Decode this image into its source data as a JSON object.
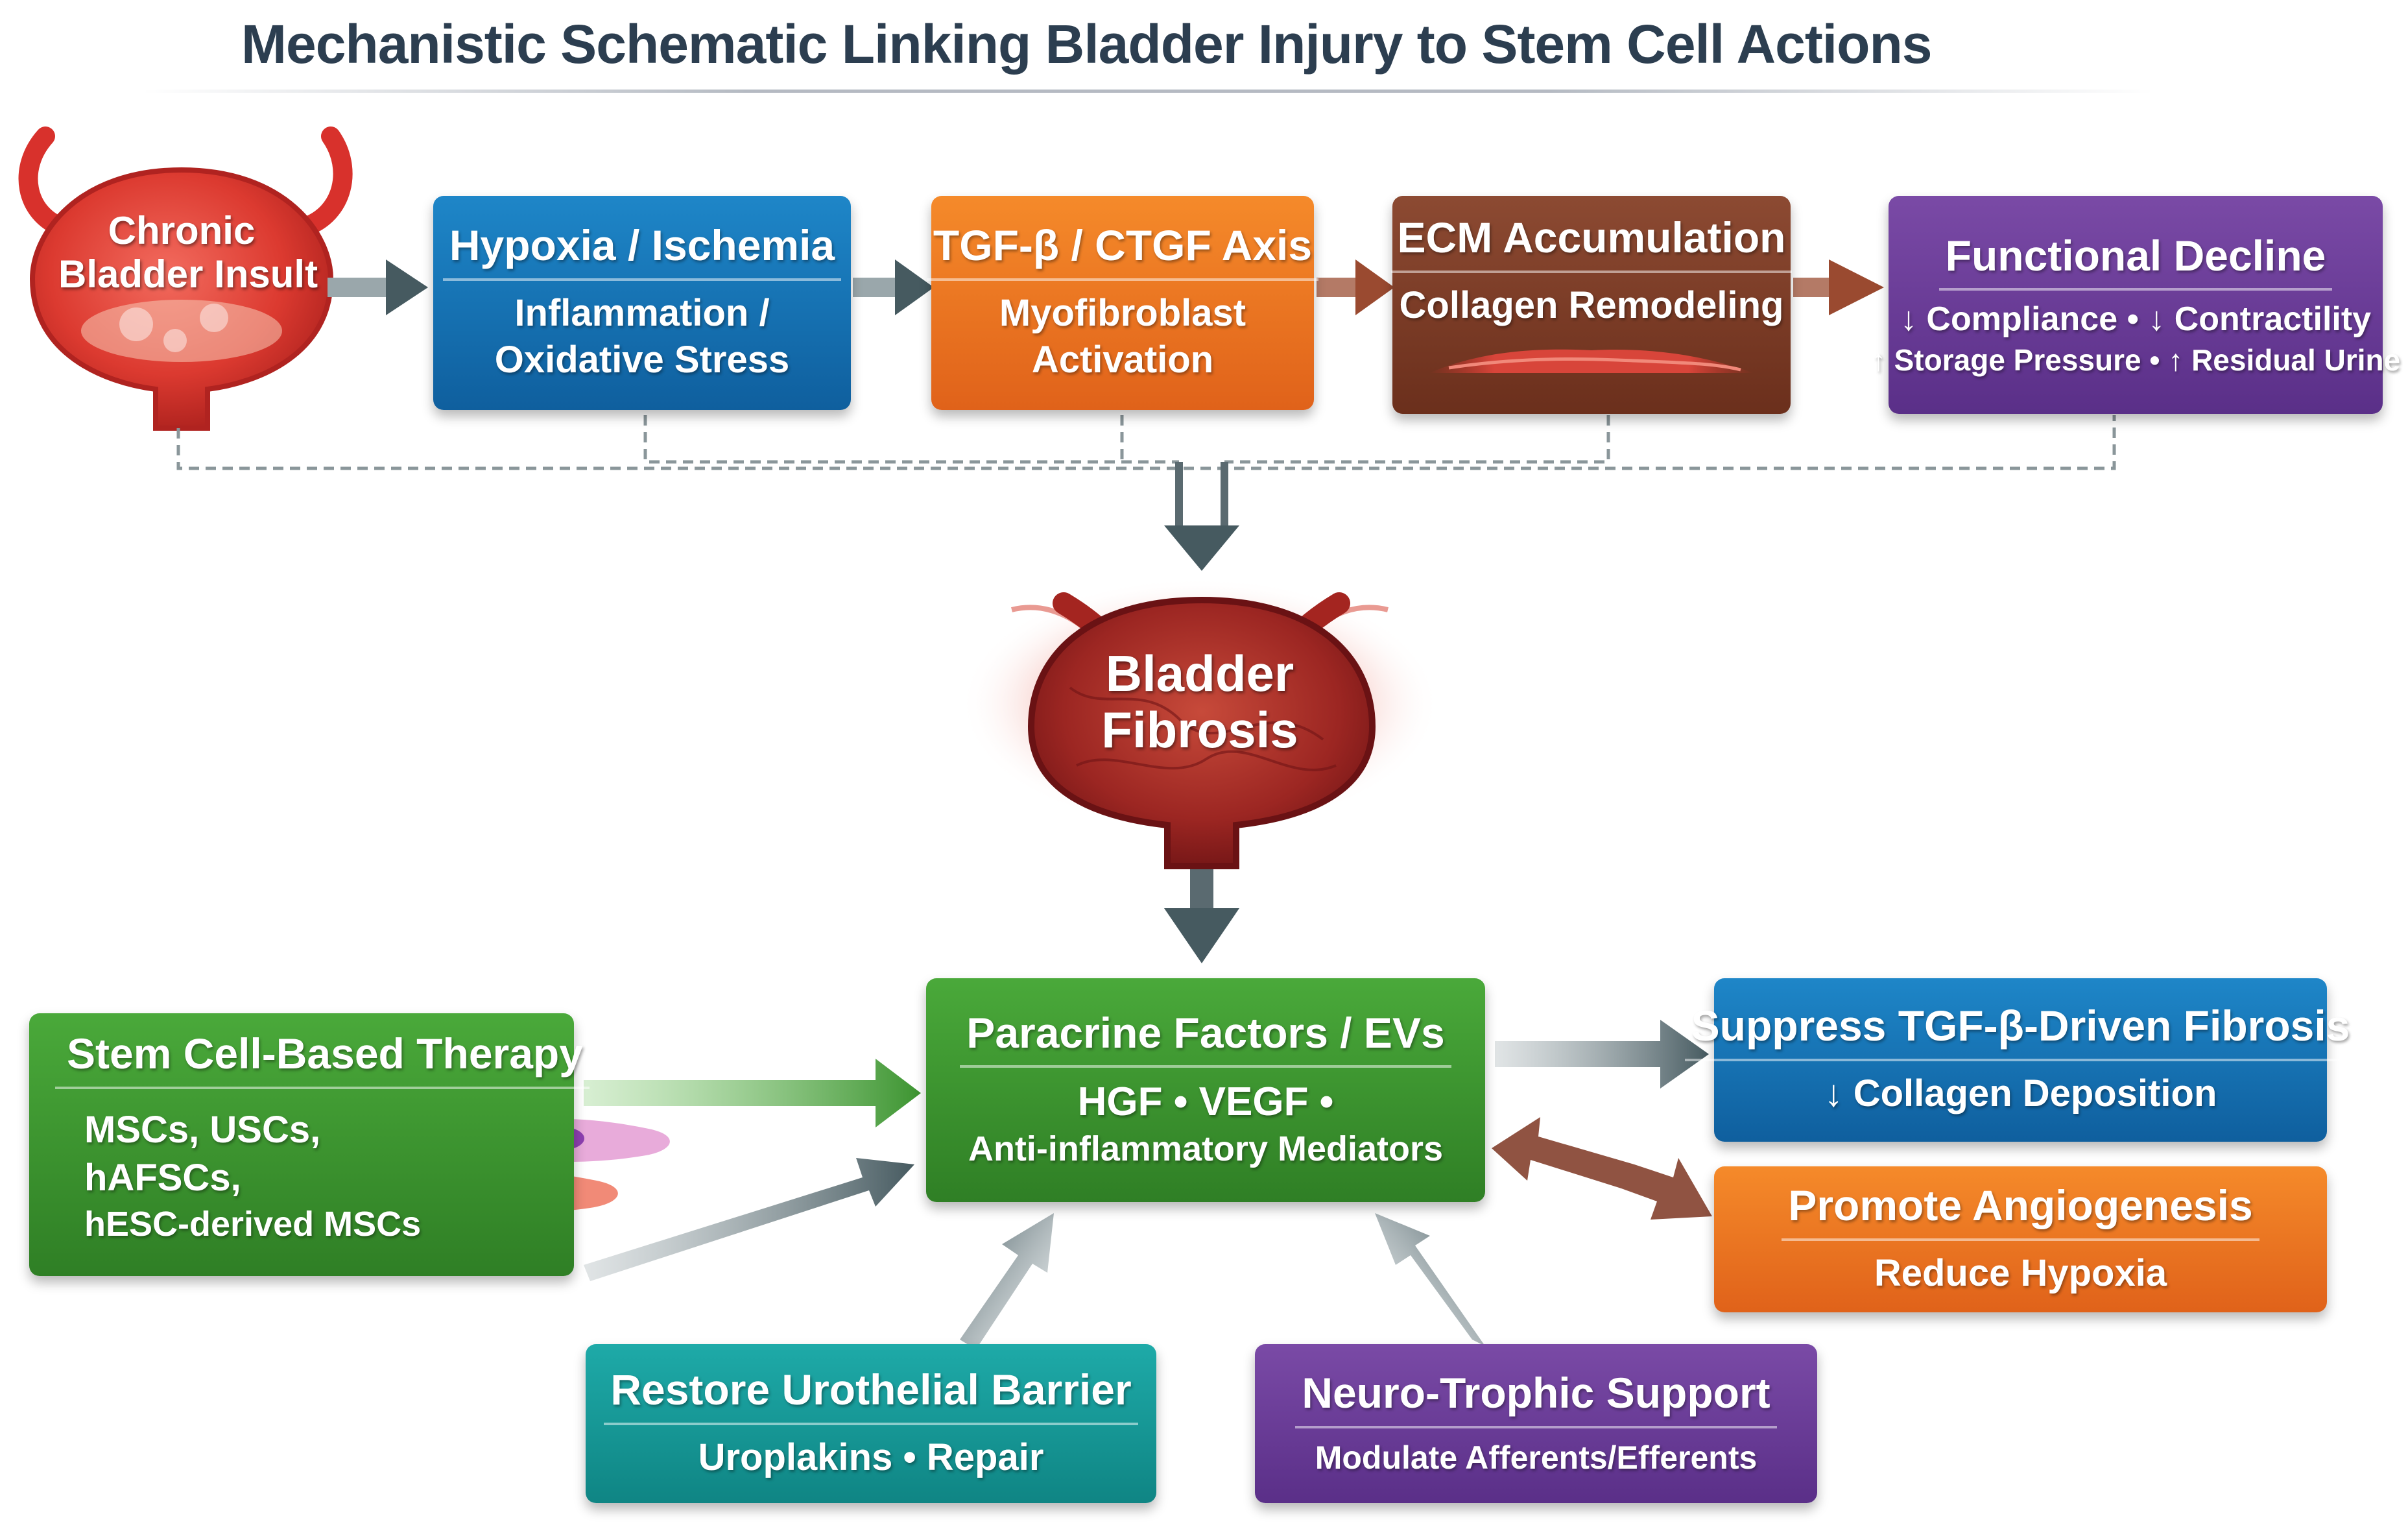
{
  "title": "Mechanistic Schematic Linking Bladder Injury to Stem Cell Actions",
  "injury_pathway": {
    "insult": {
      "line1": "Chronic",
      "line2": "Bladder Insult"
    },
    "hypoxia": {
      "head": "Hypoxia / Ischemia",
      "line1": "Inflammation /",
      "line2": "Oxidative Stress"
    },
    "tgf": {
      "head": "TGF-β / CTGF Axis",
      "line1": "Myofibroblast",
      "line2": "Activation"
    },
    "ecm": {
      "head": "ECM Accumulation",
      "line1": "Collagen Remodeling"
    },
    "decline": {
      "head": "Functional Decline",
      "down_arrow": "↓",
      "up_arrow": "↑",
      "separator": "•",
      "compliance": "Compliance",
      "contractility": "Contractility",
      "storage_pressure": "Storage Pressure",
      "residual_urine": "Residual Urine"
    }
  },
  "fibrosis": {
    "line1": "Bladder",
    "line2": "Fibrosis"
  },
  "therapy": {
    "head": "Stem Cell-Based Therapy",
    "cells": [
      "MSCs, USCs,",
      "hAFSCs,",
      "hESC-derived MSCs"
    ]
  },
  "paracrine": {
    "head": "Paracrine Factors / EVs",
    "line1": "HGF • VEGF •",
    "line2": "Anti-inflammatory Mediators"
  },
  "effects": {
    "suppress": {
      "head": "Suppress TGF-β-Driven Fibrosis",
      "line1": "↓ Collagen Deposition"
    },
    "angio": {
      "head": "Promote Angiogenesis",
      "line1": "Reduce Hypoxia"
    },
    "barrier": {
      "head": "Restore Urothelial Barrier",
      "line1": "Uroplakins • Repair"
    },
    "neuro": {
      "head": "Neuro-Trophic Support",
      "line1": "Modulate Afferents/Efferents"
    }
  },
  "colors": {
    "blue": "#1a7abb",
    "orange": "#ee7622",
    "brown": "#7c3c26",
    "purple": "#6a3c97",
    "green": "#3c9430",
    "teal": "#17999a",
    "arrow_gray": "#465a60",
    "arrow_brown": "#9a4a30",
    "bladder_red": "#d8312c"
  }
}
